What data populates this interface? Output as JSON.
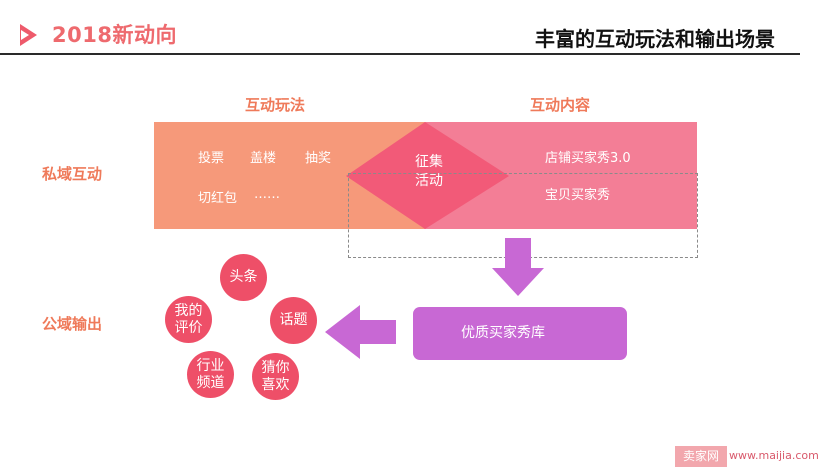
{
  "header": {
    "brand": "2018新动向",
    "title": "丰富的互动玩法和输出场景"
  },
  "columns": {
    "left": "互动玩法",
    "right": "互动内容"
  },
  "rows": {
    "private": "私域互动",
    "public": "公域输出"
  },
  "private_band": {
    "gameplay_items": [
      "投票",
      "盖楼",
      "抽奖",
      "切红包",
      "……"
    ],
    "center_line1": "征集",
    "center_line2": "活动",
    "content_items": [
      "店铺买家秀3.0",
      "宝贝买家秀"
    ]
  },
  "library": {
    "label": "优质买家秀库"
  },
  "channels": [
    {
      "line1": "头条",
      "line2": ""
    },
    {
      "line1": "我的",
      "line2": "评价"
    },
    {
      "line1": "话题",
      "line2": ""
    },
    {
      "line1": "行业",
      "line2": "频道"
    },
    {
      "line1": "猜你",
      "line2": "喜欢"
    }
  ],
  "watermark": {
    "left": "卖家网",
    "right": "www.maijia.com"
  },
  "colors": {
    "accent": "#ee6a6e",
    "label": "#ef7a5a",
    "band_left": "#f6997a",
    "band_right": "#f37e96",
    "diamond": "#f25a78",
    "purple": "#c868d4",
    "circle": "#ee4f68"
  }
}
